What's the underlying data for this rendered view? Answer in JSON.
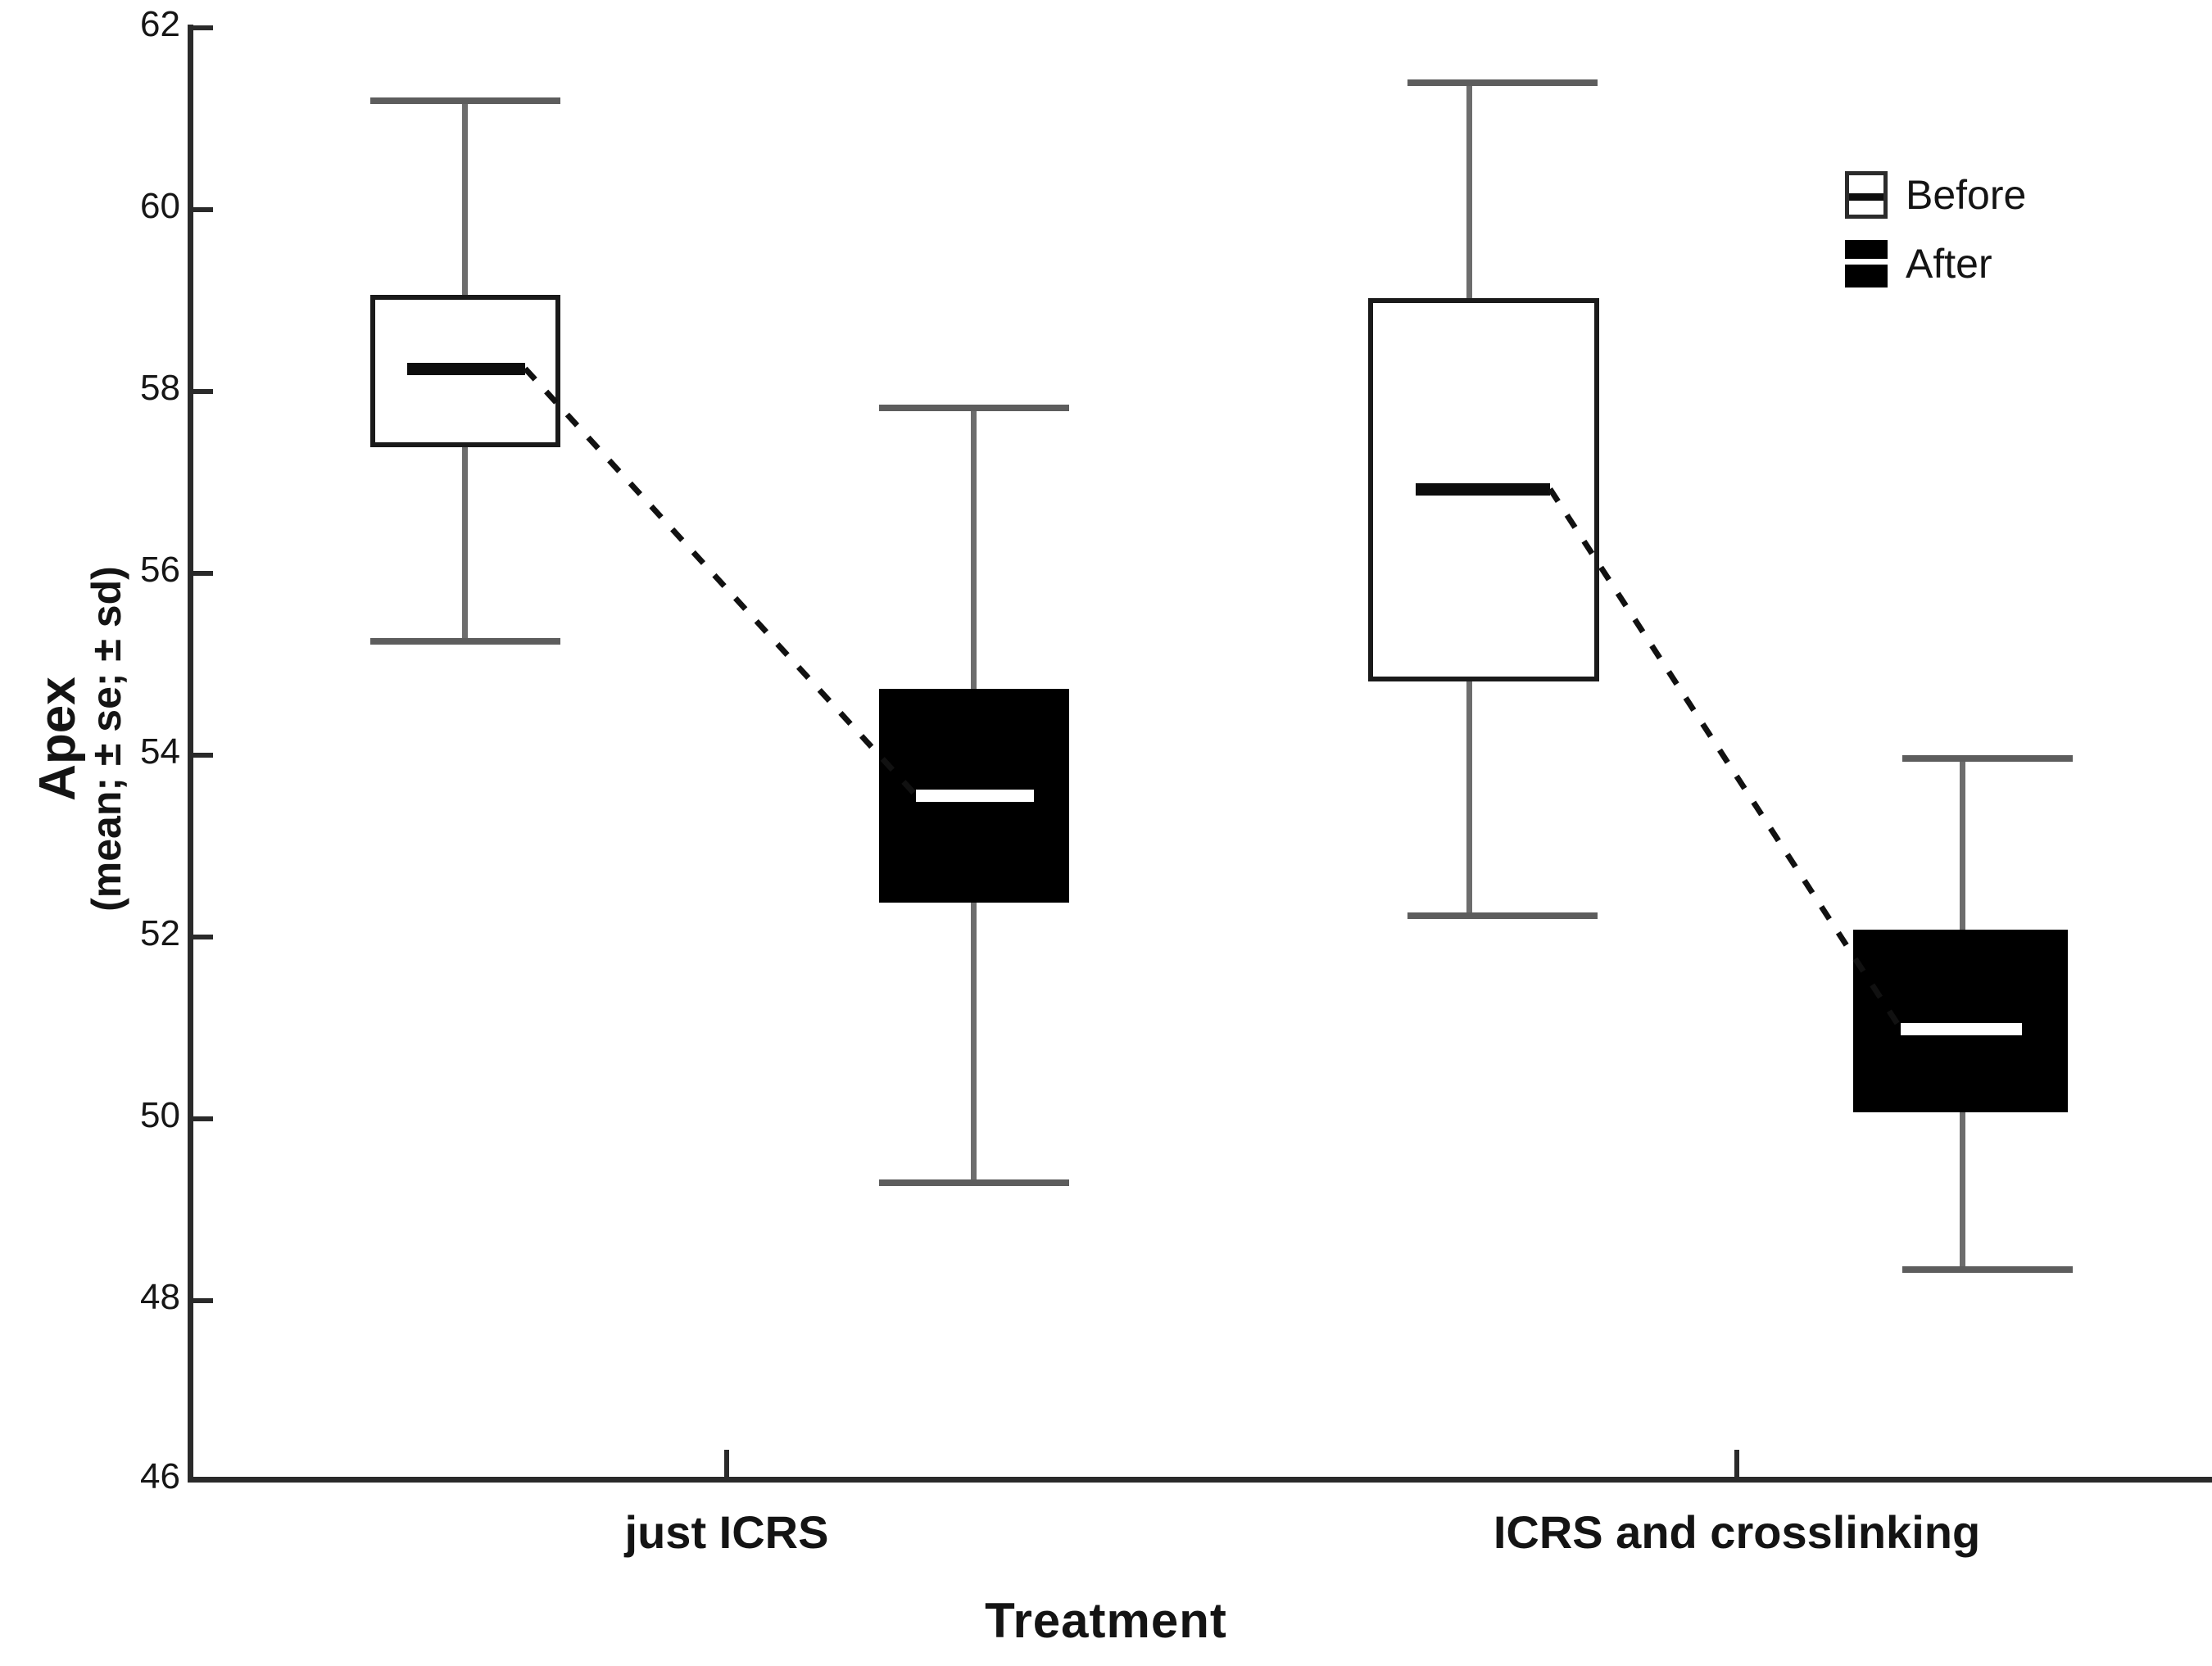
{
  "chart_data": {
    "type": "box",
    "title": "",
    "xlabel": "Treatment",
    "ylabel_main": "Apex",
    "ylabel_sub": "(mean; ± se; ± sd)",
    "ylim": [
      46,
      62
    ],
    "ytick_labels": [
      "62",
      "60",
      "58",
      "56",
      "54",
      "52",
      "50",
      "48",
      "46"
    ],
    "ytick_values": [
      62,
      60,
      58,
      56,
      54,
      52,
      50,
      48,
      46
    ],
    "grid": false,
    "legend_position": "top-right",
    "categories": [
      "just ICRS",
      "ICRS and crosslinking"
    ],
    "series": [
      {
        "name": "Before",
        "fill": "#ffffff",
        "mean_line_color": "#0d0d0d",
        "boxes": [
          {
            "category": "just ICRS",
            "mean": 58.2,
            "box_low": 57.4,
            "box_high": 59.0,
            "whisker_low": 55.2,
            "whisker_high": 61.2
          },
          {
            "category": "ICRS and crosslinking",
            "mean": 56.65,
            "box_low": 54.8,
            "box_high": 58.45,
            "whisker_low": 51.9,
            "whisker_high": 61.4
          }
        ]
      },
      {
        "name": "After",
        "fill": "#000000",
        "mean_line_color": "#ffffff",
        "boxes": [
          {
            "category": "just ICRS",
            "mean": 53.55,
            "box_low": 52.35,
            "box_high": 54.7,
            "whisker_low": 49.3,
            "whisker_high": 57.8
          },
          {
            "category": "ICRS and crosslinking",
            "mean": 51.05,
            "box_low": 50.05,
            "box_high": 52.05,
            "whisker_low": 48.45,
            "whisker_high": 53.7
          }
        ]
      }
    ],
    "connectors": [
      {
        "from": {
          "category": "just ICRS",
          "series": "Before",
          "value": 58.2
        },
        "to": {
          "category": "just ICRS",
          "series": "After",
          "value": 53.55
        },
        "style": "dashed"
      },
      {
        "from": {
          "category": "ICRS and crosslinking",
          "series": "Before",
          "value": 56.65
        },
        "to": {
          "category": "ICRS and crosslinking",
          "series": "After",
          "value": 51.05
        },
        "style": "dashed"
      }
    ]
  },
  "axes": {
    "y_title_main": "Apex",
    "y_title_sub": "(mean; ± se; ± sd)",
    "x_title": "Treatment",
    "y_ticks": [
      "62",
      "60",
      "58",
      "56",
      "54",
      "52",
      "50",
      "48",
      "46"
    ],
    "x_ticks": [
      "just ICRS",
      "ICRS and crosslinking"
    ]
  },
  "legend": {
    "items": [
      {
        "label": "Before",
        "swatch": "white-box-with-black-line"
      },
      {
        "label": "After",
        "swatch": "black-box-with-white-line"
      }
    ]
  },
  "colors": {
    "axis": "#2a2a2a",
    "box_outline": "#1a1a1a",
    "box_before_fill": "#ffffff",
    "box_after_fill": "#000000",
    "whisker": "#6d6d6d",
    "text": "#141414",
    "background": "#ffffff"
  }
}
